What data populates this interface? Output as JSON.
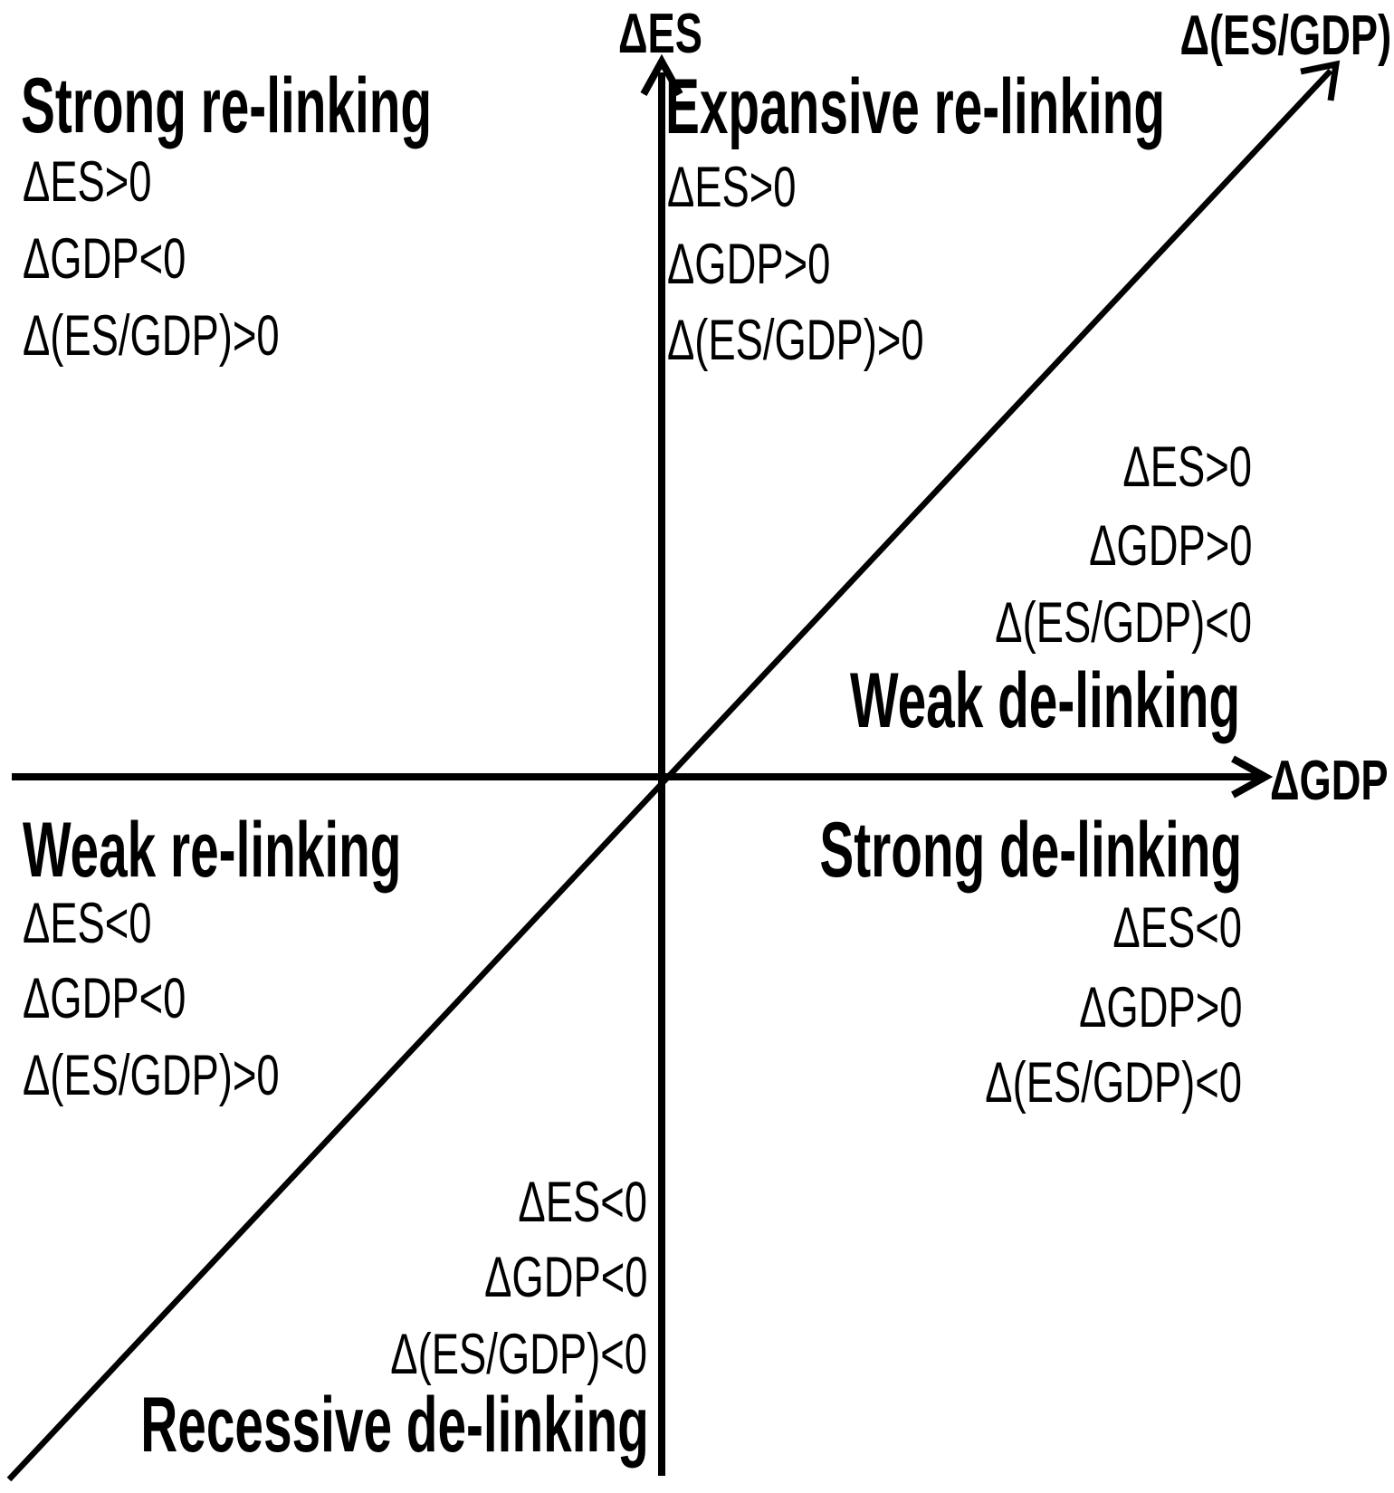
{
  "axes": {
    "y_label": "ΔES",
    "x_label": "ΔGDP",
    "diagonal_label": "Δ(ES/GDP)"
  },
  "quadrants": {
    "top_left": {
      "title": "Strong re-linking",
      "conditions": [
        "ΔES>0",
        "ΔGDP<0",
        "Δ(ES/GDP)>0"
      ]
    },
    "top_right": {
      "title": "Expansive re-linking",
      "conditions": [
        "ΔES>0",
        "ΔGDP>0",
        "Δ(ES/GDP)>0"
      ]
    },
    "right_wedge": {
      "title": "Weak de-linking",
      "conditions": [
        "ΔES>0",
        "ΔGDP>0",
        "Δ(ES/GDP)<0"
      ]
    },
    "bottom_left": {
      "title": "Weak re-linking",
      "conditions": [
        "ΔES<0",
        "ΔGDP<0",
        "Δ(ES/GDP)>0"
      ]
    },
    "bottom_right": {
      "title": "Strong de-linking",
      "conditions": [
        "ΔES<0",
        "ΔGDP>0",
        "Δ(ES/GDP)<0"
      ]
    },
    "bottom_wedge": {
      "title": "Recessive de-linking",
      "conditions": [
        "ΔES<0",
        "ΔGDP<0",
        "Δ(ES/GDP)<0"
      ]
    }
  },
  "colors": {
    "ink": "#000000",
    "background": "#ffffff"
  }
}
